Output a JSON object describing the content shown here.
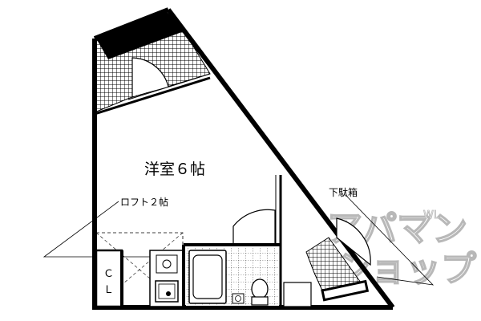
{
  "labels": {
    "main_room": "洋室６帖",
    "loft": "ロフト２帖",
    "shoe_box": "下駄箱",
    "closet_c": "Ｃ",
    "closet_l": "Ｌ"
  },
  "watermark": {
    "line1": "アパマン",
    "line2": "ショップ",
    "corner": "WL"
  },
  "colors": {
    "wall": "#000000",
    "hatch": "#000000",
    "background": "#ffffff",
    "watermark_outline": "#b8b8b8"
  }
}
